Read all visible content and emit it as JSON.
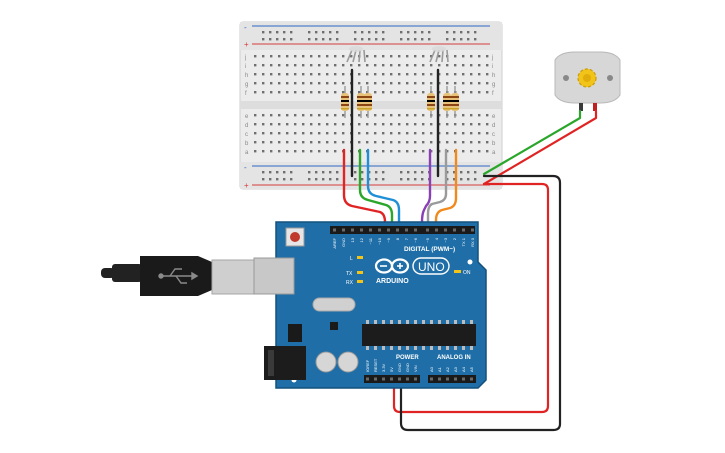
{
  "board": {
    "logo_text": "ARDUINO",
    "model_text": "UNO",
    "header_digital": "DIGITAL (PWM~)",
    "header_power": "POWER",
    "header_analog": "ANALOG IN",
    "on_label": "ON",
    "led_l": "L",
    "led_tx": "TX",
    "led_rx": "RX",
    "digital_pins": [
      "AREF",
      "GND",
      "13",
      "12",
      "~11",
      "~10",
      "~9",
      "8",
      "7",
      "~6",
      "~5",
      "4",
      "~3",
      "2",
      "TX 1",
      "RX 0"
    ],
    "power_pins": [
      "IOREF",
      "RESET",
      "3.3V",
      "5V",
      "GND",
      "GND",
      "VIN"
    ],
    "analog_pins": [
      "A0",
      "A1",
      "A2",
      "A3",
      "A4",
      "A5"
    ]
  },
  "breadboard": {
    "row_letters_top": [
      "j",
      "i",
      "h",
      "g",
      "f"
    ],
    "row_letters_bottom": [
      "e",
      "d",
      "c",
      "b",
      "a"
    ],
    "rail_plus": "+",
    "rail_minus": "-"
  },
  "colors": {
    "board": "#1f6ea7",
    "board_edge": "#14507d",
    "breadboard": "#ececec",
    "rail_red": "#d63b3b",
    "rail_blue": "#2c66c4",
    "wire_red": "#e02424",
    "wire_green": "#2aa62a",
    "wire_blue": "#1f8fd6",
    "wire_black": "#222222",
    "wire_purple": "#8a3fb5",
    "wire_orange": "#f08a1c",
    "wire_gray": "#9a9a9a",
    "motor_body": "#d7d7d7",
    "motor_gear": "#f2c318"
  }
}
